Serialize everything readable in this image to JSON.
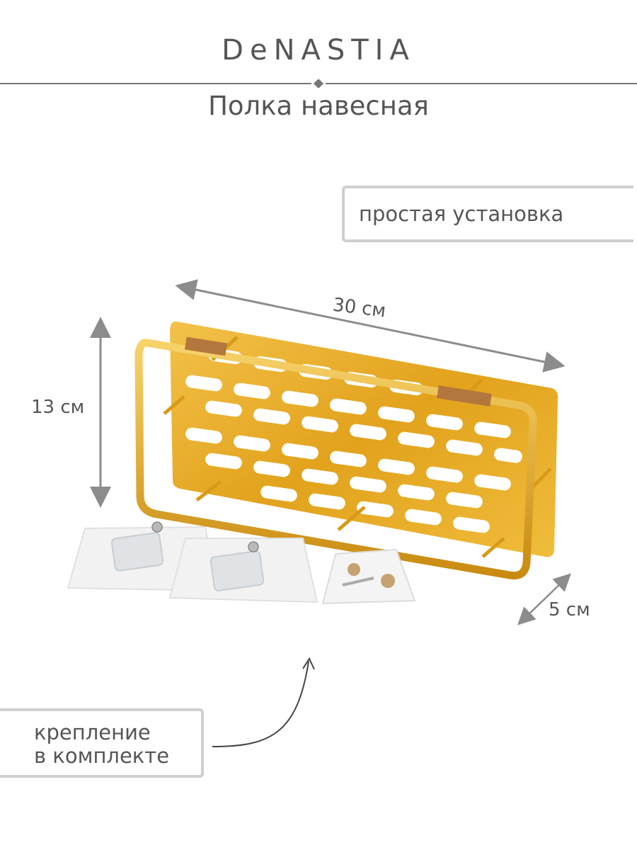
{
  "brand": {
    "name": "DeNASTIA"
  },
  "product": {
    "title": "Полка навесная"
  },
  "callouts": {
    "easy_install": "простая установка",
    "mount_line1": "крепление",
    "mount_line2": "в комплекте"
  },
  "dimensions": {
    "width": "30 см",
    "height": "13 см",
    "depth": "5 см"
  },
  "colors": {
    "text": "#555555",
    "gold": "#e2a21c",
    "frame": "#cfcfcf",
    "arrow": "#8c8c8c"
  }
}
